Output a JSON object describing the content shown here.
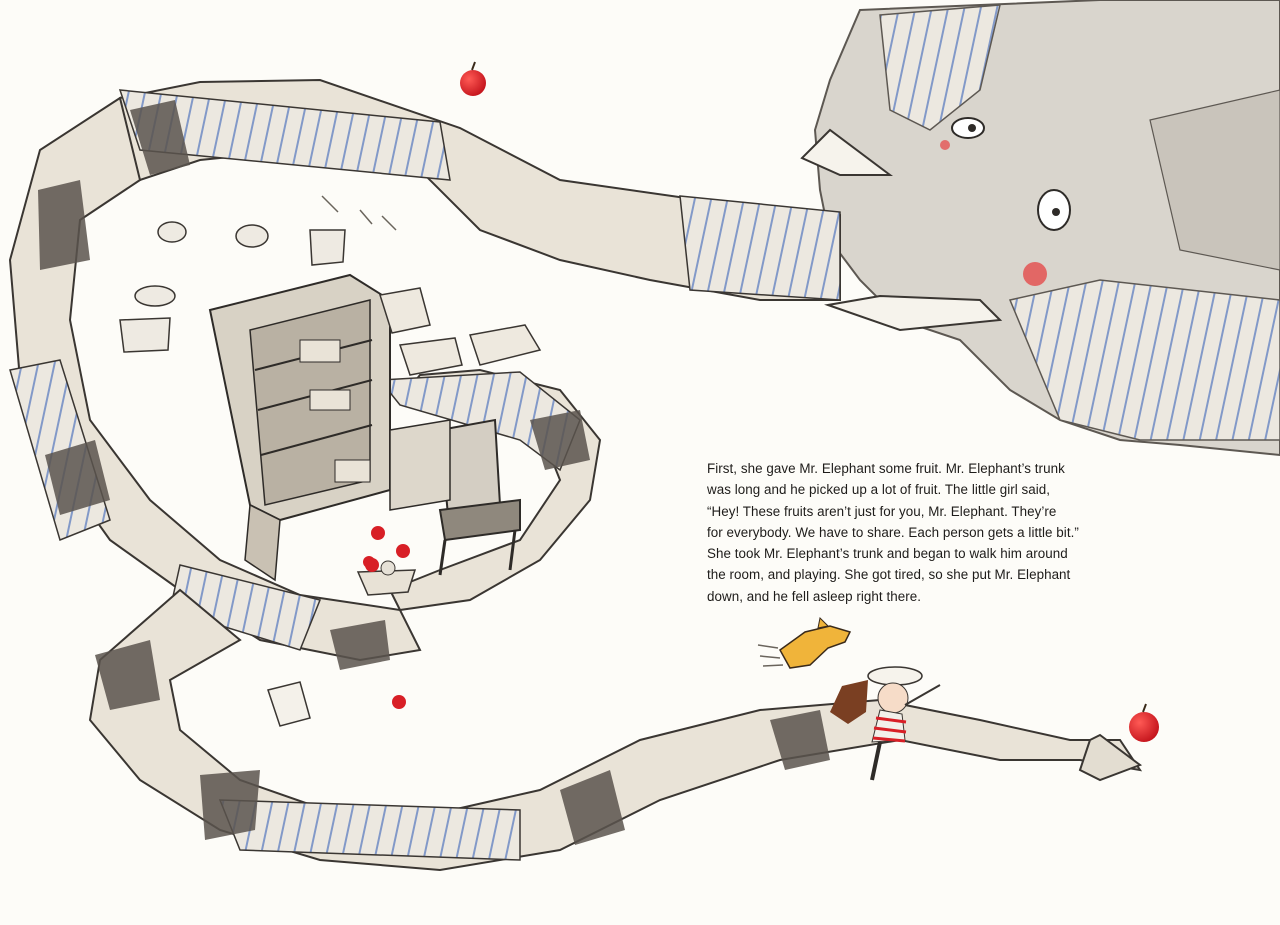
{
  "story": {
    "lines": [
      "First, she gave Mr. Elephant some fruit. Mr. Elephant’s trunk",
      "was long and he picked up a lot of fruit. The little girl said,",
      "“Hey! These fruits aren’t just for you, Mr. Elephant. They’re",
      "for everybody. We have to share. Each person gets a little bit.”",
      "She took Mr. Elephant’s trunk and began to walk him around",
      "the room, and playing. She got tired, so she put Mr. Elephant",
      "down, and he fell asleep right there."
    ]
  },
  "colors": {
    "paper": "#fdfcf8",
    "trunk_fill": "#e9e3d7",
    "trunk_shadow": "#a39b8f",
    "stripe_blue": "#5f7fc0",
    "ink": "#2e2b28",
    "apple_red": "#d81f26",
    "dog_yellow": "#f0b43a"
  },
  "illustration": {
    "subject": "elephant-trunk-spiral",
    "apples_count": 7
  }
}
